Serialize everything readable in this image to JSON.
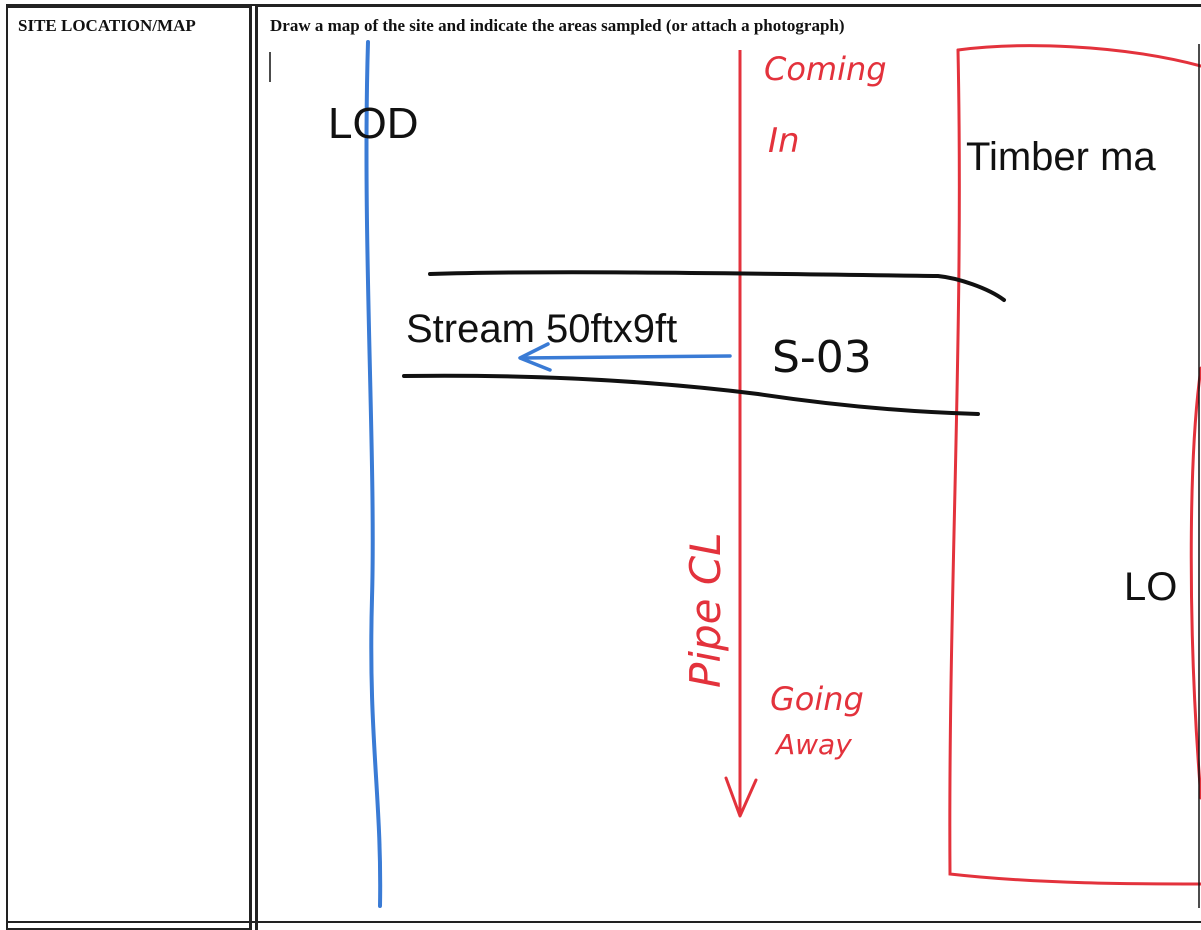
{
  "form": {
    "label": "SITE LOCATION/MAP",
    "instruction": "Draw a map of the site and indicate the areas sampled (or attach a photograph)"
  },
  "sketch": {
    "lod_left": "LOD",
    "coming_line1": "Coming",
    "coming_line2": "In",
    "timber": "Timber ma",
    "stream": "Stream 50ftx9ft",
    "sample_id": "S-03",
    "pipe": "Pipe CL",
    "lod_right": "LO",
    "going_line1": "Going",
    "going_line2": "Away"
  },
  "colors": {
    "lod_boundary": "#3a7bd5",
    "pipe_and_mats": "#e3323c",
    "stream_banks": "#111111"
  }
}
